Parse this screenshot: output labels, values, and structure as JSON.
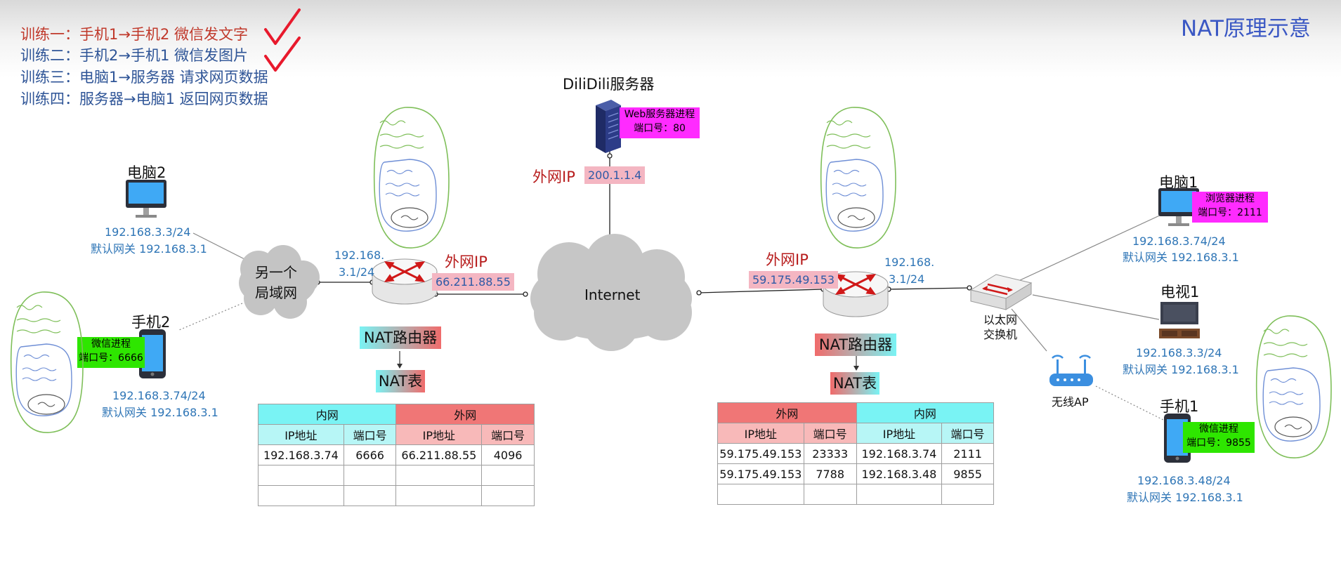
{
  "title": "NAT原理示意",
  "tasks": [
    {
      "text": "训练一：手机1→手机2 微信发文字"
    },
    {
      "text": "训练二：手机2→手机1 微信发图片"
    },
    {
      "text": "训练三：电脑1→服务器 请求网页数据"
    },
    {
      "text": "训练四：服务器→电脑1 返回网页数据"
    }
  ],
  "server": {
    "name": "DiliDili服务器",
    "process": "Web服务器进程",
    "port": "端口号：80",
    "wan_label": "外网IP",
    "wan_ip": "200.1.1.4"
  },
  "internet": "Internet",
  "lan_cloud": {
    "line1": "另一个",
    "line2": "局域网"
  },
  "left_router": {
    "lan_ip_line1": "192.168.",
    "lan_ip_line2": "3.1/24",
    "wan_label": "外网IP",
    "wan_ip": "66.211.88.55",
    "name": "NAT路由器",
    "table_label": "NAT表"
  },
  "right_router": {
    "lan_ip_line1": "192.168.",
    "lan_ip_line2": "3.1/24",
    "wan_label": "外网IP",
    "wan_ip": "59.175.49.153",
    "name": "NAT路由器",
    "table_label": "NAT表"
  },
  "pc2": {
    "name": "电脑2",
    "ip": "192.168.3.3/24",
    "gateway": "默认网关 192.168.3.1"
  },
  "phone2": {
    "name": "手机2",
    "process": "微信进程",
    "port": "端口号：6666",
    "ip": "192.168.3.74/24",
    "gateway": "默认网关 192.168.3.1"
  },
  "pc1": {
    "name": "电脑1",
    "process": "浏览器进程",
    "port": "端口号：2111",
    "ip": "192.168.3.74/24",
    "gateway": "默认网关 192.168.3.1"
  },
  "tv1": {
    "name": "电视1",
    "ip": "192.168.3.3/24",
    "gateway": "默认网关 192.168.3.1"
  },
  "phone1": {
    "name": "手机1",
    "process": "微信进程",
    "port": "端口号：9855",
    "ip": "192.168.3.48/24",
    "gateway": "默认网关 192.168.3.1"
  },
  "switch": {
    "line1": "以太网",
    "line2": "交换机"
  },
  "ap": "无线AP",
  "left_table": {
    "group_inner": "内网",
    "group_outer": "外网",
    "col_ip": "IP地址",
    "col_port": "端口号",
    "rows": [
      [
        "192.168.3.74",
        "6666",
        "66.211.88.55",
        "4096"
      ],
      [
        "",
        "",
        "",
        ""
      ],
      [
        "",
        "",
        "",
        ""
      ]
    ]
  },
  "right_table": {
    "group_outer": "外网",
    "group_inner": "内网",
    "col_ip": "IP地址",
    "col_port": "端口号",
    "rows": [
      [
        "59.175.49.153",
        "23333",
        "192.168.3.74",
        "2111"
      ],
      [
        "59.175.49.153",
        "7788",
        "192.168.3.48",
        "9855"
      ],
      [
        "",
        "",
        "",
        ""
      ]
    ]
  },
  "colors": {
    "title": "#3b58c4",
    "task_done": "#c0392b",
    "task_todo": "#2f5597",
    "net_text": "#2e75b6",
    "proc_green": "#2ee600",
    "proc_magenta": "#ff2bff",
    "check": "#e8192c",
    "sketch_green": "#7fbf5a"
  },
  "icons": [
    "check-icon",
    "computer-icon",
    "phone-icon",
    "server-icon",
    "router-icon",
    "switch-icon",
    "tv-icon",
    "wireless-ap-icon",
    "cloud-icon",
    "arrow-down-icon"
  ]
}
